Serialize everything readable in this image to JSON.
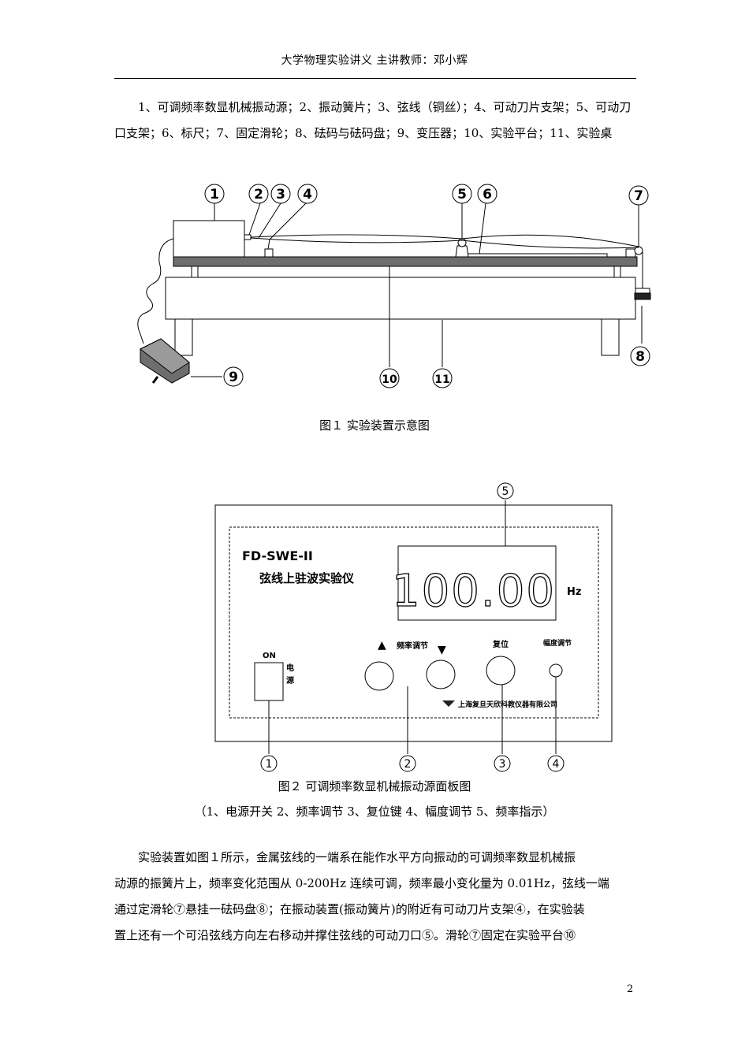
{
  "header": {
    "title": "大学物理实验讲义 主讲教师：邓小辉"
  },
  "legend_paragraph": {
    "lines": [
      "1、可调频率数显机械振动源；2、振动簧片；3、弦线（铜丝）；4、可动刀片支架；5、可动刀",
      "口支架；6、标尺；7、固定滑轮；8、砝码与砝码盘；9、变压器；10、实验平台；11、实验桌"
    ]
  },
  "figure1": {
    "caption": "图１  实验装置示意图",
    "labels": [
      "1",
      "2",
      "3",
      "4",
      "5",
      "6",
      "7",
      "8",
      "9",
      "10",
      "11"
    ]
  },
  "figure2": {
    "caption": "图２  可调频率数显机械振动源面板图",
    "sub_caption": "（1、电源开关    2、频率调节    3、复位键    4、幅度调节    5、频率指示）",
    "model": "FD-SWE-II",
    "instrument_name": "弦线上驻波实验仪",
    "display_value": "100.00",
    "unit": "Hz",
    "on_label": "ON",
    "power_label_1": "电",
    "power_label_2": "源",
    "freq_label": "频率调节",
    "up_arrow": "▲",
    "down_arrow": "▼",
    "reset_label": "复位",
    "amp_label": "幅度调节",
    "company": "上海复旦天欣科教仪器有限公司",
    "labels": [
      "1",
      "2",
      "3",
      "4",
      "5"
    ]
  },
  "body_paragraph": {
    "lines": [
      "实验装置如图１所示，金属弦线的一端系在能作水平方向振动的可调频率数显机械振",
      "动源的振簧片上，频率变化范围从 0-200Hz 连续可调，频率最小变化量为 0.01Hz，弦线一端",
      "通过定滑轮⑦悬挂一砝码盘⑧；在振动装置(振动簧片)的附近有可动刀片支架④，在实验装",
      "置上还有一个可沿弦线方向左右移动并撑住弦线的可动刀口⑤。滑轮⑦固定在实验平台⑩"
    ]
  },
  "page_number": "2"
}
